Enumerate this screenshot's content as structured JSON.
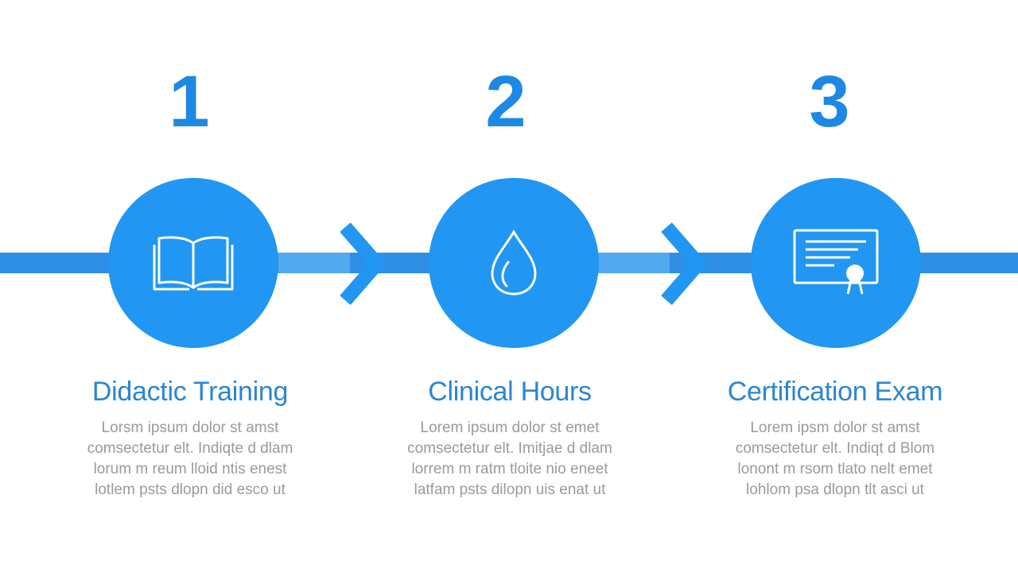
{
  "colors": {
    "accent": "#2196f3",
    "track": "#2f8ee5",
    "title": "#2a86d2",
    "body_text": "#9a9a9a",
    "background": "#ffffff"
  },
  "steps": [
    {
      "number": "1",
      "icon": "open-book-icon",
      "title": "Didactic Training",
      "description": [
        "Lorsm ipsum dolor st amst",
        "comsectetur elt. Indiqte d dlam",
        "lorum m reum lloid ntis enest",
        "lotlem psts dlopn did esco ut"
      ]
    },
    {
      "number": "2",
      "icon": "water-drop-icon",
      "title": "Clinical Hours",
      "description": [
        "Lorem ipsum dolor st emet",
        "comsectetur elt. Imitjae d dlam",
        "lorrem m ratm tloite nio eneet",
        "latfam psts dilopn uis enat ut"
      ]
    },
    {
      "number": "3",
      "icon": "certificate-icon",
      "title": "Certification Exam",
      "description": [
        "Lorem ipsm dolor st amst",
        "comsectetur elt. Indiqt d Blom",
        "lonont m rsom tlato nelt emet",
        "lohlom psa dlopn tlt asci ut"
      ]
    }
  ]
}
